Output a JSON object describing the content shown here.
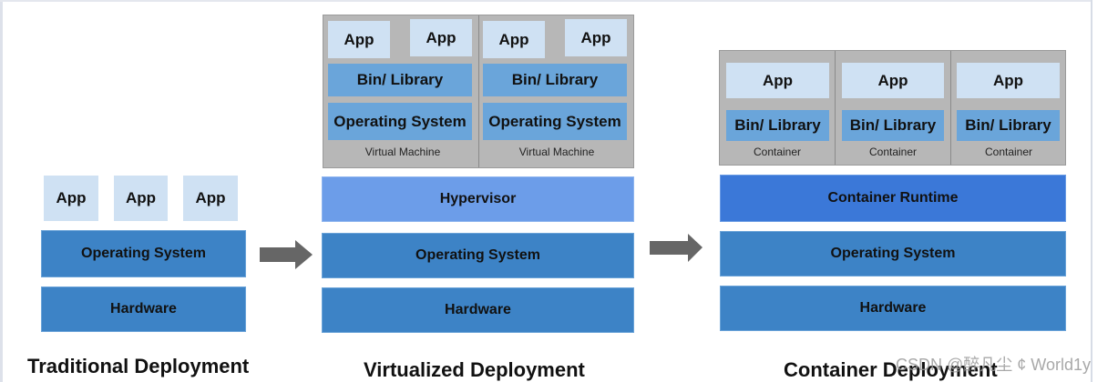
{
  "colors": {
    "app": "#cfe1f3",
    "os": "#3d83c6",
    "hardware": "#3d83c6",
    "hypervisor": "#6c9de9",
    "container_runtime": "#3b78d8",
    "bin_library": "#6aa5da",
    "vm_container_bg": "#b7b7b7",
    "arrow": "#666666"
  },
  "traditional": {
    "apps": [
      "App",
      "App",
      "App"
    ],
    "os": "Operating System",
    "hardware": "Hardware",
    "title": "Traditional Deployment"
  },
  "virtualized": {
    "vms": [
      {
        "apps": [
          "App",
          "App"
        ],
        "bin": "Bin/ Library",
        "os": "Operating System",
        "label": "Virtual Machine"
      },
      {
        "apps": [
          "App",
          "App"
        ],
        "bin": "Bin/ Library",
        "os": "Operating System",
        "label": "Virtual Machine"
      }
    ],
    "hypervisor": "Hypervisor",
    "os": "Operating System",
    "hardware": "Hardware",
    "title": "Virtualized Deployment"
  },
  "container": {
    "containers": [
      {
        "app": "App",
        "bin": "Bin/ Library",
        "label": "Container"
      },
      {
        "app": "App",
        "bin": "Bin/ Library",
        "label": "Container"
      },
      {
        "app": "App",
        "bin": "Bin/ Library",
        "label": "Container"
      }
    ],
    "runtime": "Container Runtime",
    "os": "Operating System",
    "hardware": "Hardware",
    "title": "Container Deployment"
  },
  "arrows": [
    "right-arrow",
    "right-arrow"
  ],
  "watermark": "CSDN @醉凡尘 ¢  World1y"
}
